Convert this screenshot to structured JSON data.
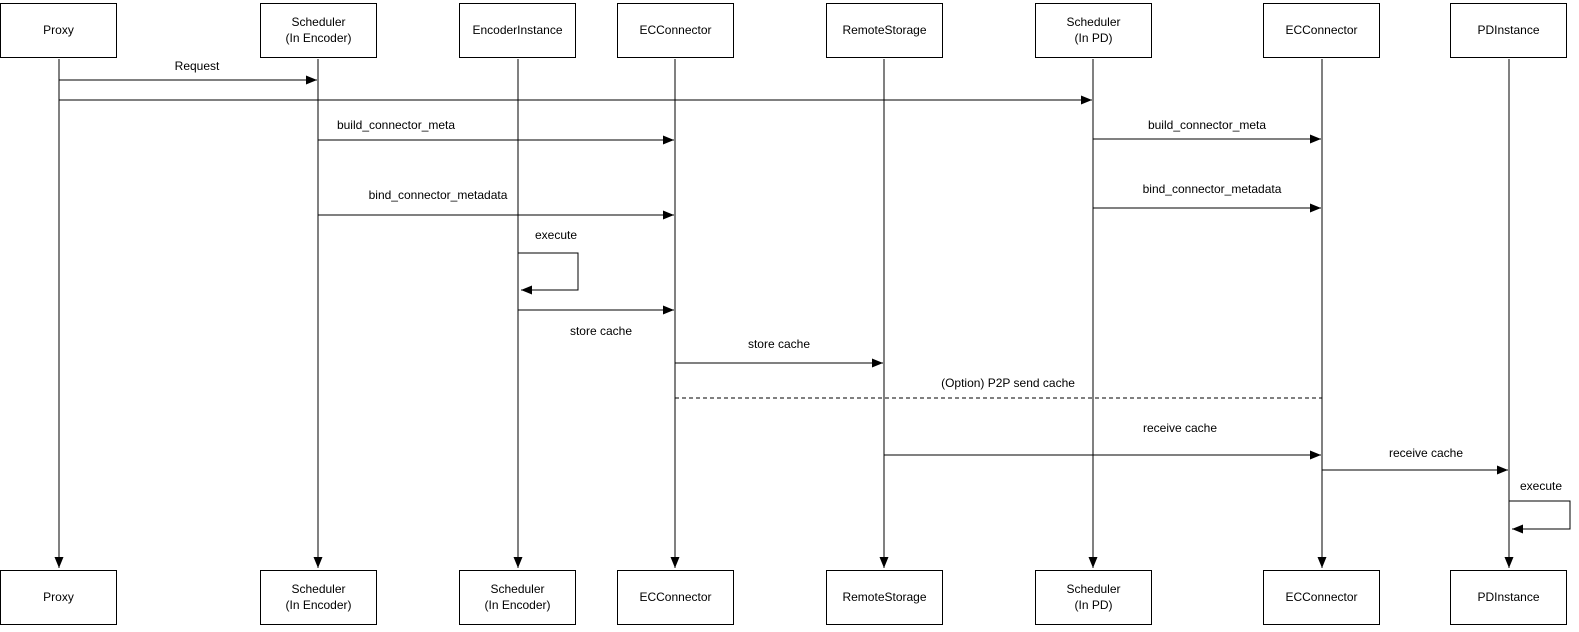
{
  "diagram": {
    "type": "sequence-diagram",
    "background": "#ffffff",
    "colors": {
      "line": "#000000",
      "box_border": "#000000",
      "box_fill": "#ffffff",
      "text": "#000000"
    },
    "participants": [
      {
        "id": "proxy",
        "top_label": "Proxy",
        "bottom_label": "Proxy"
      },
      {
        "id": "scheduler-encoder",
        "top_label": "Scheduler\n(In Encoder)",
        "bottom_label": "Scheduler\n(In Encoder)"
      },
      {
        "id": "encoder-instance",
        "top_label": "EncoderInstance",
        "bottom_label": "Scheduler\n(In Encoder)"
      },
      {
        "id": "ec-connector-encoder",
        "top_label": "ECConnector",
        "bottom_label": "ECConnector"
      },
      {
        "id": "remote-storage",
        "top_label": "RemoteStorage",
        "bottom_label": "RemoteStorage"
      },
      {
        "id": "scheduler-pd",
        "top_label": "Scheduler\n(In PD)",
        "bottom_label": "Scheduler\n(In PD)"
      },
      {
        "id": "ec-connector-pd",
        "top_label": "ECConnector",
        "bottom_label": "ECConnector"
      },
      {
        "id": "pd-instance",
        "top_label": "PDInstance",
        "bottom_label": "PDInstance"
      }
    ],
    "messages": [
      {
        "label": "Request",
        "from": "proxy",
        "to": "scheduler-encoder",
        "style": "solid"
      },
      {
        "label": "",
        "from": "proxy",
        "to": "scheduler-pd",
        "style": "solid"
      },
      {
        "label": "build_connector_meta",
        "from": "scheduler-encoder",
        "to": "ec-connector-encoder",
        "style": "solid"
      },
      {
        "label": "build_connector_meta",
        "from": "scheduler-pd",
        "to": "ec-connector-pd",
        "style": "solid"
      },
      {
        "label": "bind_connector_metadata",
        "from": "scheduler-encoder",
        "to": "ec-connector-encoder",
        "style": "solid"
      },
      {
        "label": "bind_connector_metadata",
        "from": "scheduler-pd",
        "to": "ec-connector-pd",
        "style": "solid"
      },
      {
        "label": "execute",
        "from": "encoder-instance",
        "to": "encoder-instance",
        "style": "self"
      },
      {
        "label": "store cache",
        "from": "encoder-instance",
        "to": "ec-connector-encoder",
        "style": "solid"
      },
      {
        "label": "store cache",
        "from": "ec-connector-encoder",
        "to": "remote-storage",
        "style": "solid"
      },
      {
        "label": "(Option) P2P send cache",
        "from": "ec-connector-encoder",
        "to": "ec-connector-pd",
        "style": "dashed-no-arrow"
      },
      {
        "label": "receive cache",
        "from": "remote-storage",
        "to": "ec-connector-pd",
        "style": "solid"
      },
      {
        "label": "receive cache",
        "from": "ec-connector-pd",
        "to": "pd-instance",
        "style": "solid"
      },
      {
        "label": "execute",
        "from": "pd-instance",
        "to": "pd-instance",
        "style": "self"
      }
    ]
  }
}
